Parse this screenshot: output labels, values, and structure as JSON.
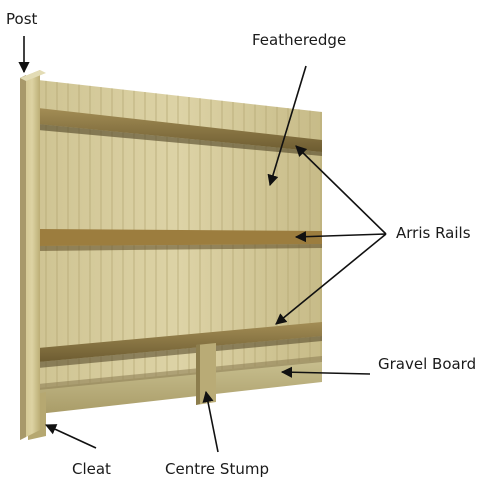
{
  "diagram": {
    "labels": {
      "post": "Post",
      "featheredge": "Featheredge",
      "arris_rails": "Arris Rails",
      "gravel_board": "Gravel Board",
      "cleat": "Cleat",
      "centre_stump": "Centre Stump"
    },
    "colors": {
      "wood_light": "#d9d0a0",
      "wood_mid": "#c2b57d",
      "wood_dark": "#8f8150",
      "rail": "#8a7543",
      "rail_shadow": "#5d4e2a",
      "arrow": "#111111"
    },
    "icons": [
      "arrow-icon"
    ]
  }
}
